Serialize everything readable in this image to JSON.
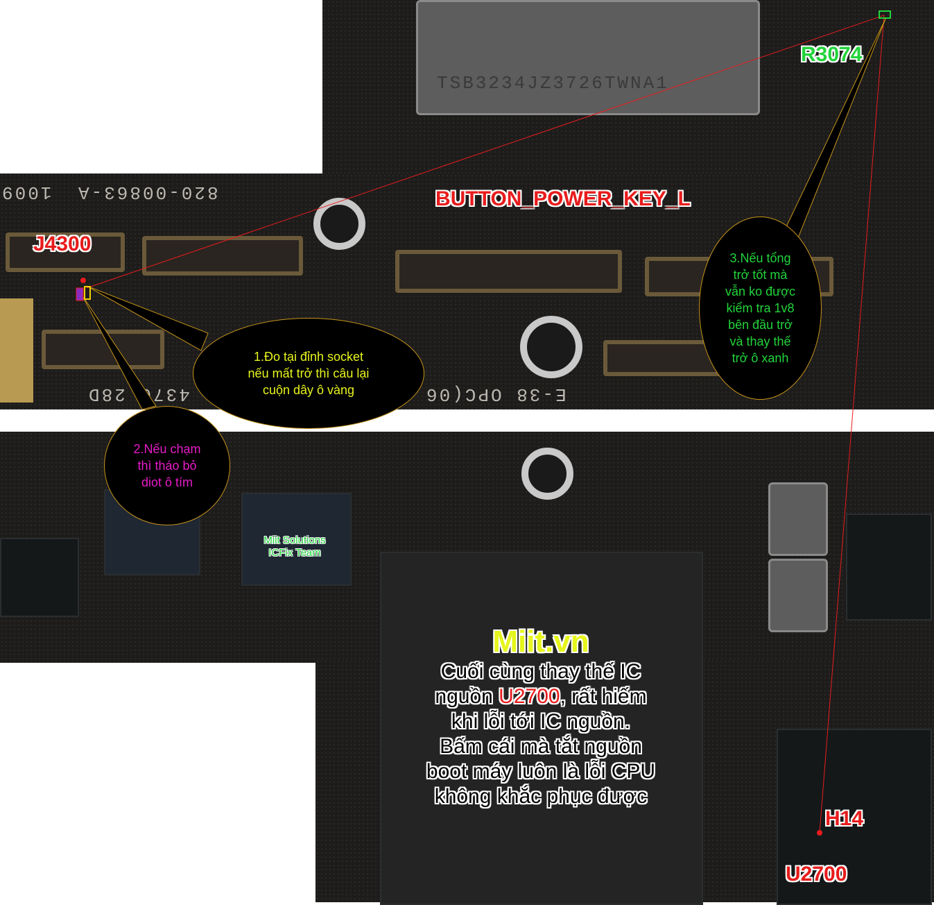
{
  "labels": {
    "r3074": "R3074",
    "button_power_key": "BUTTON_POWER_KEY_L",
    "j4300": "J4300",
    "h14": "H14",
    "u2700": "U2700"
  },
  "silkscreen": {
    "board_number": "820-00863-A",
    "board_prefix": "1009",
    "lower_code": "4370 28D",
    "e38": "E-38 OPC(06",
    "nand_marking": "TSB3234JZ3726TWNA1"
  },
  "bubbles": {
    "step1": "1.Đo tại đỉnh socket\nnếu mất trở thì câu lại\ncuộn dây ô vàng",
    "step2": "2.Nếu chạm\nthì tháo bỏ\ndiot ô tím",
    "step3": "3.Nếu tổng\ntrở tốt mà\nvẫn ko được\nkiểm tra 1v8\nbên đầu trở\nvà thay thế\ntrở ô xanh"
  },
  "watermark": "Miit Solutions\nICFix Team",
  "center": {
    "brand": "Miit.vn",
    "line1": "Cuối cùng thay thế IC",
    "line2_pre": "nguồn ",
    "line2_red": "U2700",
    "line2_post": ", rất hiếm",
    "rest": "khi lỗi tới IC nguồn.\nBấm cái mà tắt nguồn\nboot máy luôn là lỗi CPU\nkhông khắc phục được"
  },
  "colors": {
    "red_label": "#e81c1c",
    "green_label": "#22d43b",
    "yellow_text": "#e6f51c",
    "magenta_text": "#e81cc8",
    "bubble_border": "#c8951a"
  }
}
